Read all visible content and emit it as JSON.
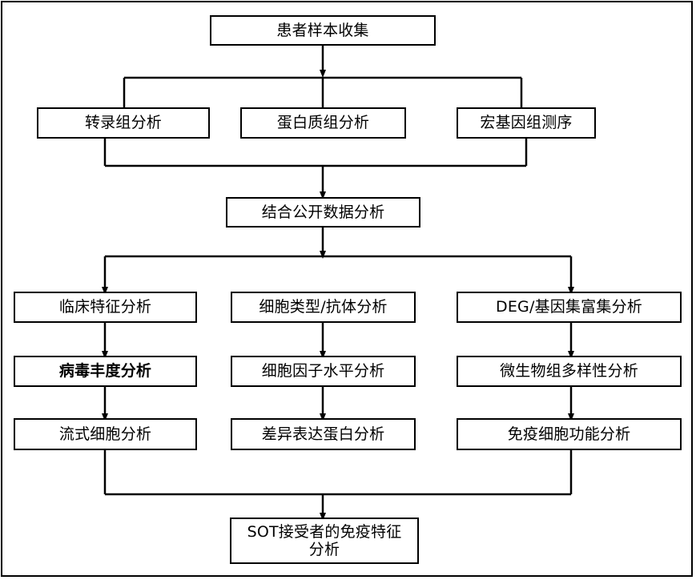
{
  "diagram": {
    "title_text": "",
    "type": "flowchart",
    "orientation": "top-to-bottom",
    "colors": {
      "stroke": "#000000",
      "fill": "#ffffff",
      "text": "#000000"
    },
    "nodes": {
      "sample_collection": {
        "label": "患者样本收集",
        "bold": false
      },
      "transcriptome": {
        "label": "转录组分析",
        "bold": false
      },
      "proteome": {
        "label": "蛋白质组分析",
        "bold": false
      },
      "metagenome": {
        "label": "宏基因组测序",
        "bold": false
      },
      "public_data": {
        "label": "结合公开数据分析",
        "bold": false
      },
      "clinical_features": {
        "label": "临床特征分析",
        "bold": false
      },
      "cell_type_antibody": {
        "label": "细胞类型/抗体分析",
        "bold": false
      },
      "deg_enrichment": {
        "label": "DEG/基因集富集分析",
        "bold": false
      },
      "viral_abundance": {
        "label": "病毒丰度分析",
        "bold": true
      },
      "cytokine_level": {
        "label": "细胞因子水平分析",
        "bold": false
      },
      "microbiome_diversity": {
        "label": "微生物组多样性分析",
        "bold": false
      },
      "flow_cytometry": {
        "label": "流式细胞分析",
        "bold": false
      },
      "deg_protein": {
        "label": "差异表达蛋白分析",
        "bold": false
      },
      "immune_cell_function": {
        "label": "免疫细胞功能分析",
        "bold": false
      },
      "sot_immune_profile": {
        "label": "SOT接受者的免疫特征\n分析",
        "bold": false
      }
    },
    "edges": [
      {
        "from": "sample_collection",
        "to": "omics_branch_bar",
        "style": "arrow"
      },
      {
        "from": "omics_branch_bar",
        "to": "transcriptome",
        "style": "line"
      },
      {
        "from": "omics_branch_bar",
        "to": "proteome",
        "style": "line"
      },
      {
        "from": "omics_branch_bar",
        "to": "metagenome",
        "style": "line"
      },
      {
        "from": "transcriptome",
        "to": "merge_bar_1",
        "style": "line"
      },
      {
        "from": "proteome",
        "to": "merge_bar_1",
        "style": "line"
      },
      {
        "from": "metagenome",
        "to": "merge_bar_1",
        "style": "line"
      },
      {
        "from": "merge_bar_1",
        "to": "public_data",
        "style": "arrow"
      },
      {
        "from": "public_data",
        "to": "analysis_branch_bar",
        "style": "arrow"
      },
      {
        "from": "analysis_branch_bar",
        "to": "clinical_features",
        "style": "arrow"
      },
      {
        "from": "analysis_branch_bar",
        "to": "cell_type_antibody",
        "style": "line"
      },
      {
        "from": "analysis_branch_bar",
        "to": "deg_enrichment",
        "style": "arrow"
      },
      {
        "from": "clinical_features",
        "to": "viral_abundance",
        "style": "arrow"
      },
      {
        "from": "cell_type_antibody",
        "to": "cytokine_level",
        "style": "arrow"
      },
      {
        "from": "deg_enrichment",
        "to": "microbiome_diversity",
        "style": "arrow"
      },
      {
        "from": "viral_abundance",
        "to": "flow_cytometry",
        "style": "arrow"
      },
      {
        "from": "cytokine_level",
        "to": "deg_protein",
        "style": "arrow"
      },
      {
        "from": "microbiome_diversity",
        "to": "immune_cell_function",
        "style": "arrow"
      },
      {
        "from": "flow_cytometry",
        "to": "merge_bar_2",
        "style": "line"
      },
      {
        "from": "deg_protein",
        "to": "merge_bar_2",
        "style": "line"
      },
      {
        "from": "immune_cell_function",
        "to": "merge_bar_2",
        "style": "line"
      },
      {
        "from": "merge_bar_2",
        "to": "sot_immune_profile",
        "style": "arrow"
      }
    ]
  }
}
